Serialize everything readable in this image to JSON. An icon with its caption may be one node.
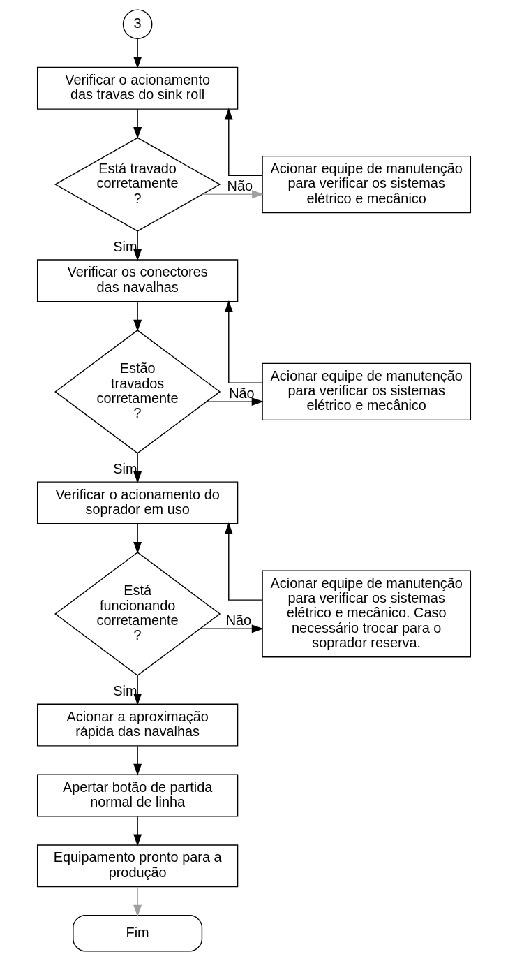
{
  "diagram": {
    "nodes": [
      {
        "text": [
          "3"
        ]
      },
      {
        "text": [
          "Verificar o acionamento das travas do sink roll"
        ]
      },
      {
        "text": [
          "Está travado corretamente ?"
        ]
      },
      {
        "text": [
          "Acionar equipe de manutenção para verificar os sistemas elétrico e mecânico"
        ]
      },
      {
        "text": [
          "Verificar os conectores das navalhas"
        ]
      },
      {
        "text": [
          "Estão travados corretamente ?"
        ]
      },
      {
        "text": [
          "Acionar equipe de manutenção para verificar os sistemas elétrico e mecânico"
        ]
      },
      {
        "text": [
          "Verificar o acionamento do soprador em uso"
        ]
      },
      {
        "text": [
          "Está funcionando corretamente ?"
        ]
      },
      {
        "text": [
          "Acionar equipe de manutenção para verificar os sistemas elétrico e mecânico. Caso necessário trocar para o soprador reserva."
        ]
      },
      {
        "text": [
          "Acionar a aproximação rápida das navalhas"
        ]
      },
      {
        "text": [
          "Apertar botão de partida normal de linha"
        ]
      },
      {
        "text": [
          "Equipamento pronto para a produção"
        ]
      },
      {
        "text": [
          "Fim"
        ]
      }
    ],
    "edges": [
      {
        "from": 0,
        "to": 1,
        "arrow": "to"
      },
      {
        "from": 1,
        "to": 2,
        "arrow": "to"
      },
      {
        "from": 2,
        "to": 3,
        "arrow": "to",
        "label": "Não",
        "color": "#a0a0a0"
      },
      {
        "from": 3,
        "to": 1,
        "arrow": "to"
      },
      {
        "from": 2,
        "to": 4,
        "arrow": "to",
        "label": "Sim"
      },
      {
        "from": 4,
        "to": 5,
        "arrow": "to"
      },
      {
        "from": 5,
        "to": 6,
        "arrow": "to",
        "label": "Não"
      },
      {
        "from": 6,
        "to": 4,
        "arrow": "to"
      },
      {
        "from": 5,
        "to": 7,
        "arrow": "to",
        "label": "Sim"
      },
      {
        "from": 7,
        "to": 8,
        "arrow": "to"
      },
      {
        "from": 8,
        "to": 9,
        "arrow": "to",
        "label": "Não"
      },
      {
        "from": 9,
        "to": 7,
        "arrow": "to"
      },
      {
        "from": 8,
        "to": 10,
        "arrow": "to",
        "label": "Sim"
      },
      {
        "from": 10,
        "to": 11,
        "arrow": "to"
      },
      {
        "from": 11,
        "to": 12,
        "arrow": "to"
      },
      {
        "from": 12,
        "to": 13,
        "arrow": "to",
        "color": "#a0a0a0"
      }
    ]
  }
}
